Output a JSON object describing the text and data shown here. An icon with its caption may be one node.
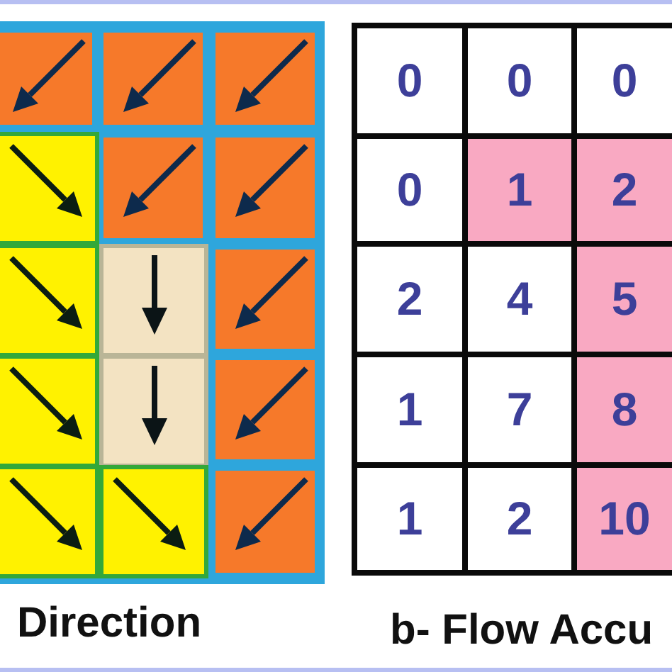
{
  "diagram": {
    "labels": [
      "0",
      "0",
      "0",
      "0",
      "1",
      "2",
      "2",
      "4",
      "5",
      "1",
      "7",
      "8",
      "1",
      "2",
      "10",
      "Direction",
      "b- Flow Accu"
    ]
  }
}
